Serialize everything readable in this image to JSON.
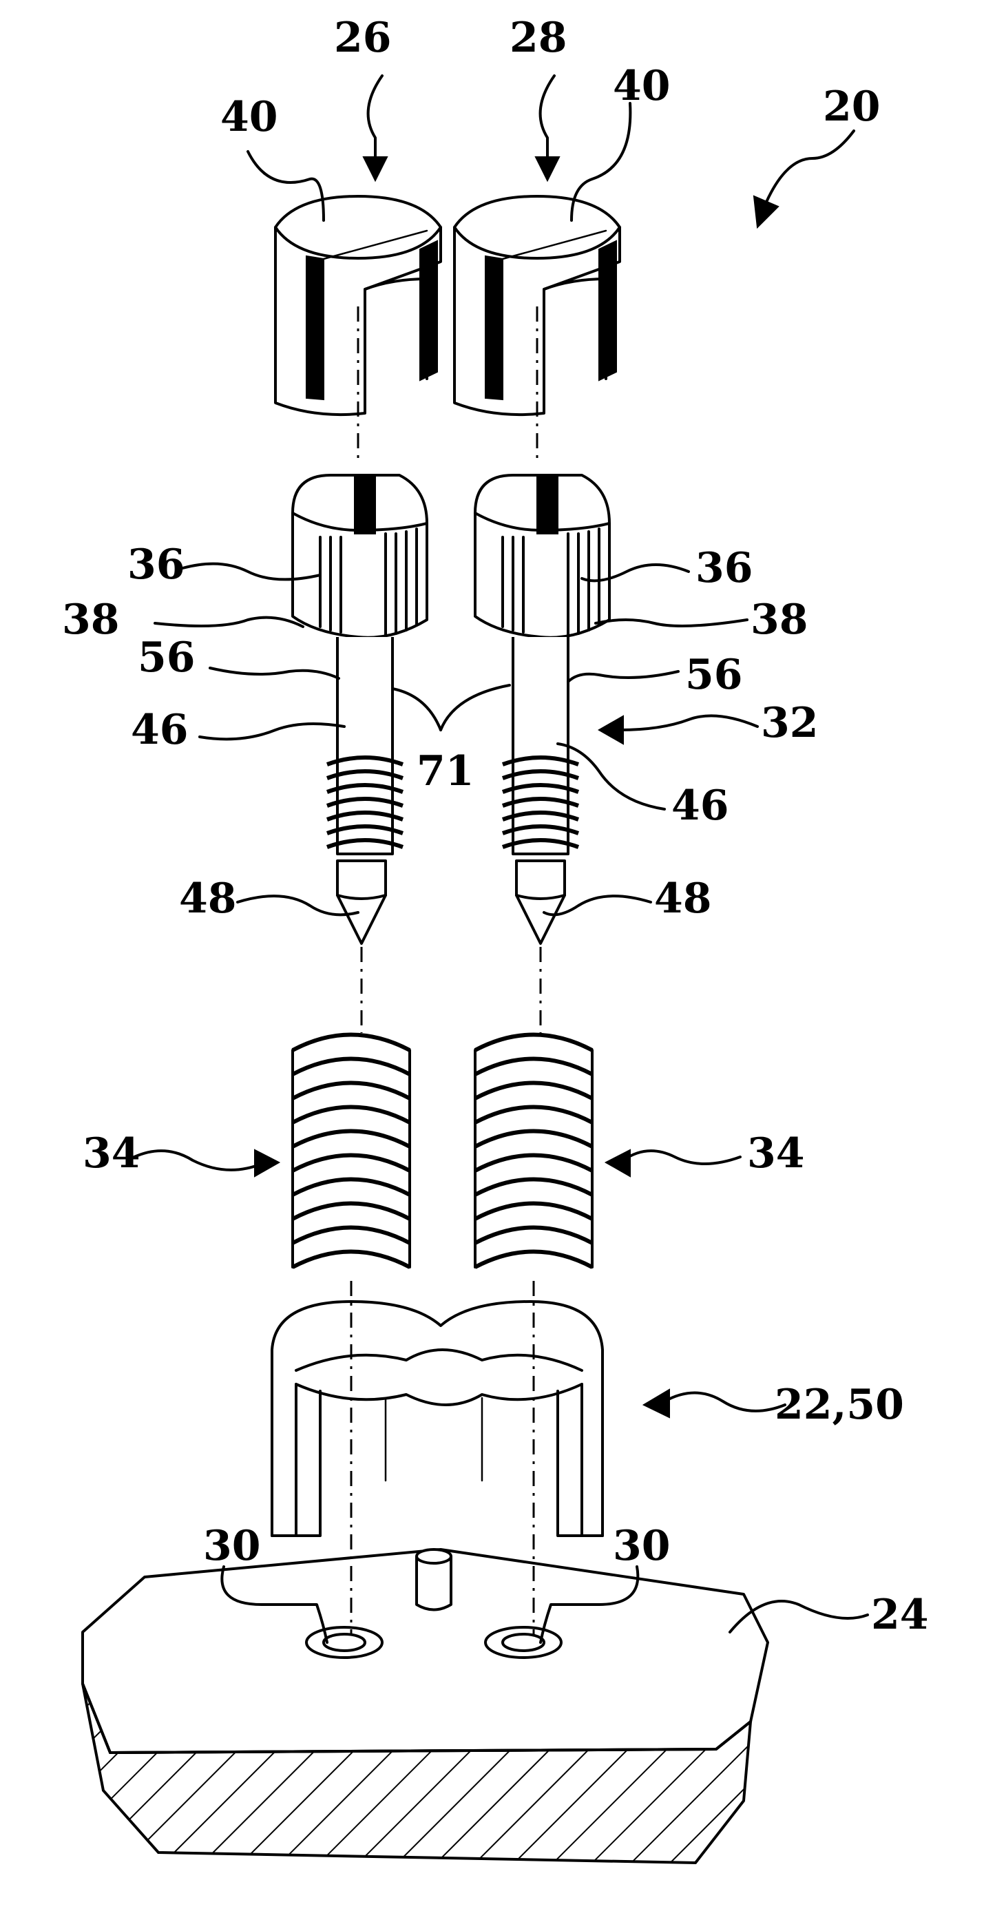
{
  "labels": {
    "l20": "20",
    "l26": "26",
    "l28": "28",
    "l40a": "40",
    "l40b": "40",
    "l36a": "36",
    "l36b": "36",
    "l38a": "38",
    "l38b": "38",
    "l56a": "56",
    "l56b": "56",
    "l46a": "46",
    "l46b": "46",
    "l71": "71",
    "l32": "32",
    "l48a": "48",
    "l48b": "48",
    "l34a": "34",
    "l34b": "34",
    "l2250": "22,50",
    "l30a": "30",
    "l30b": "30",
    "l24": "24"
  },
  "colors": {
    "ink": "#000000",
    "paper": "#ffffff"
  }
}
